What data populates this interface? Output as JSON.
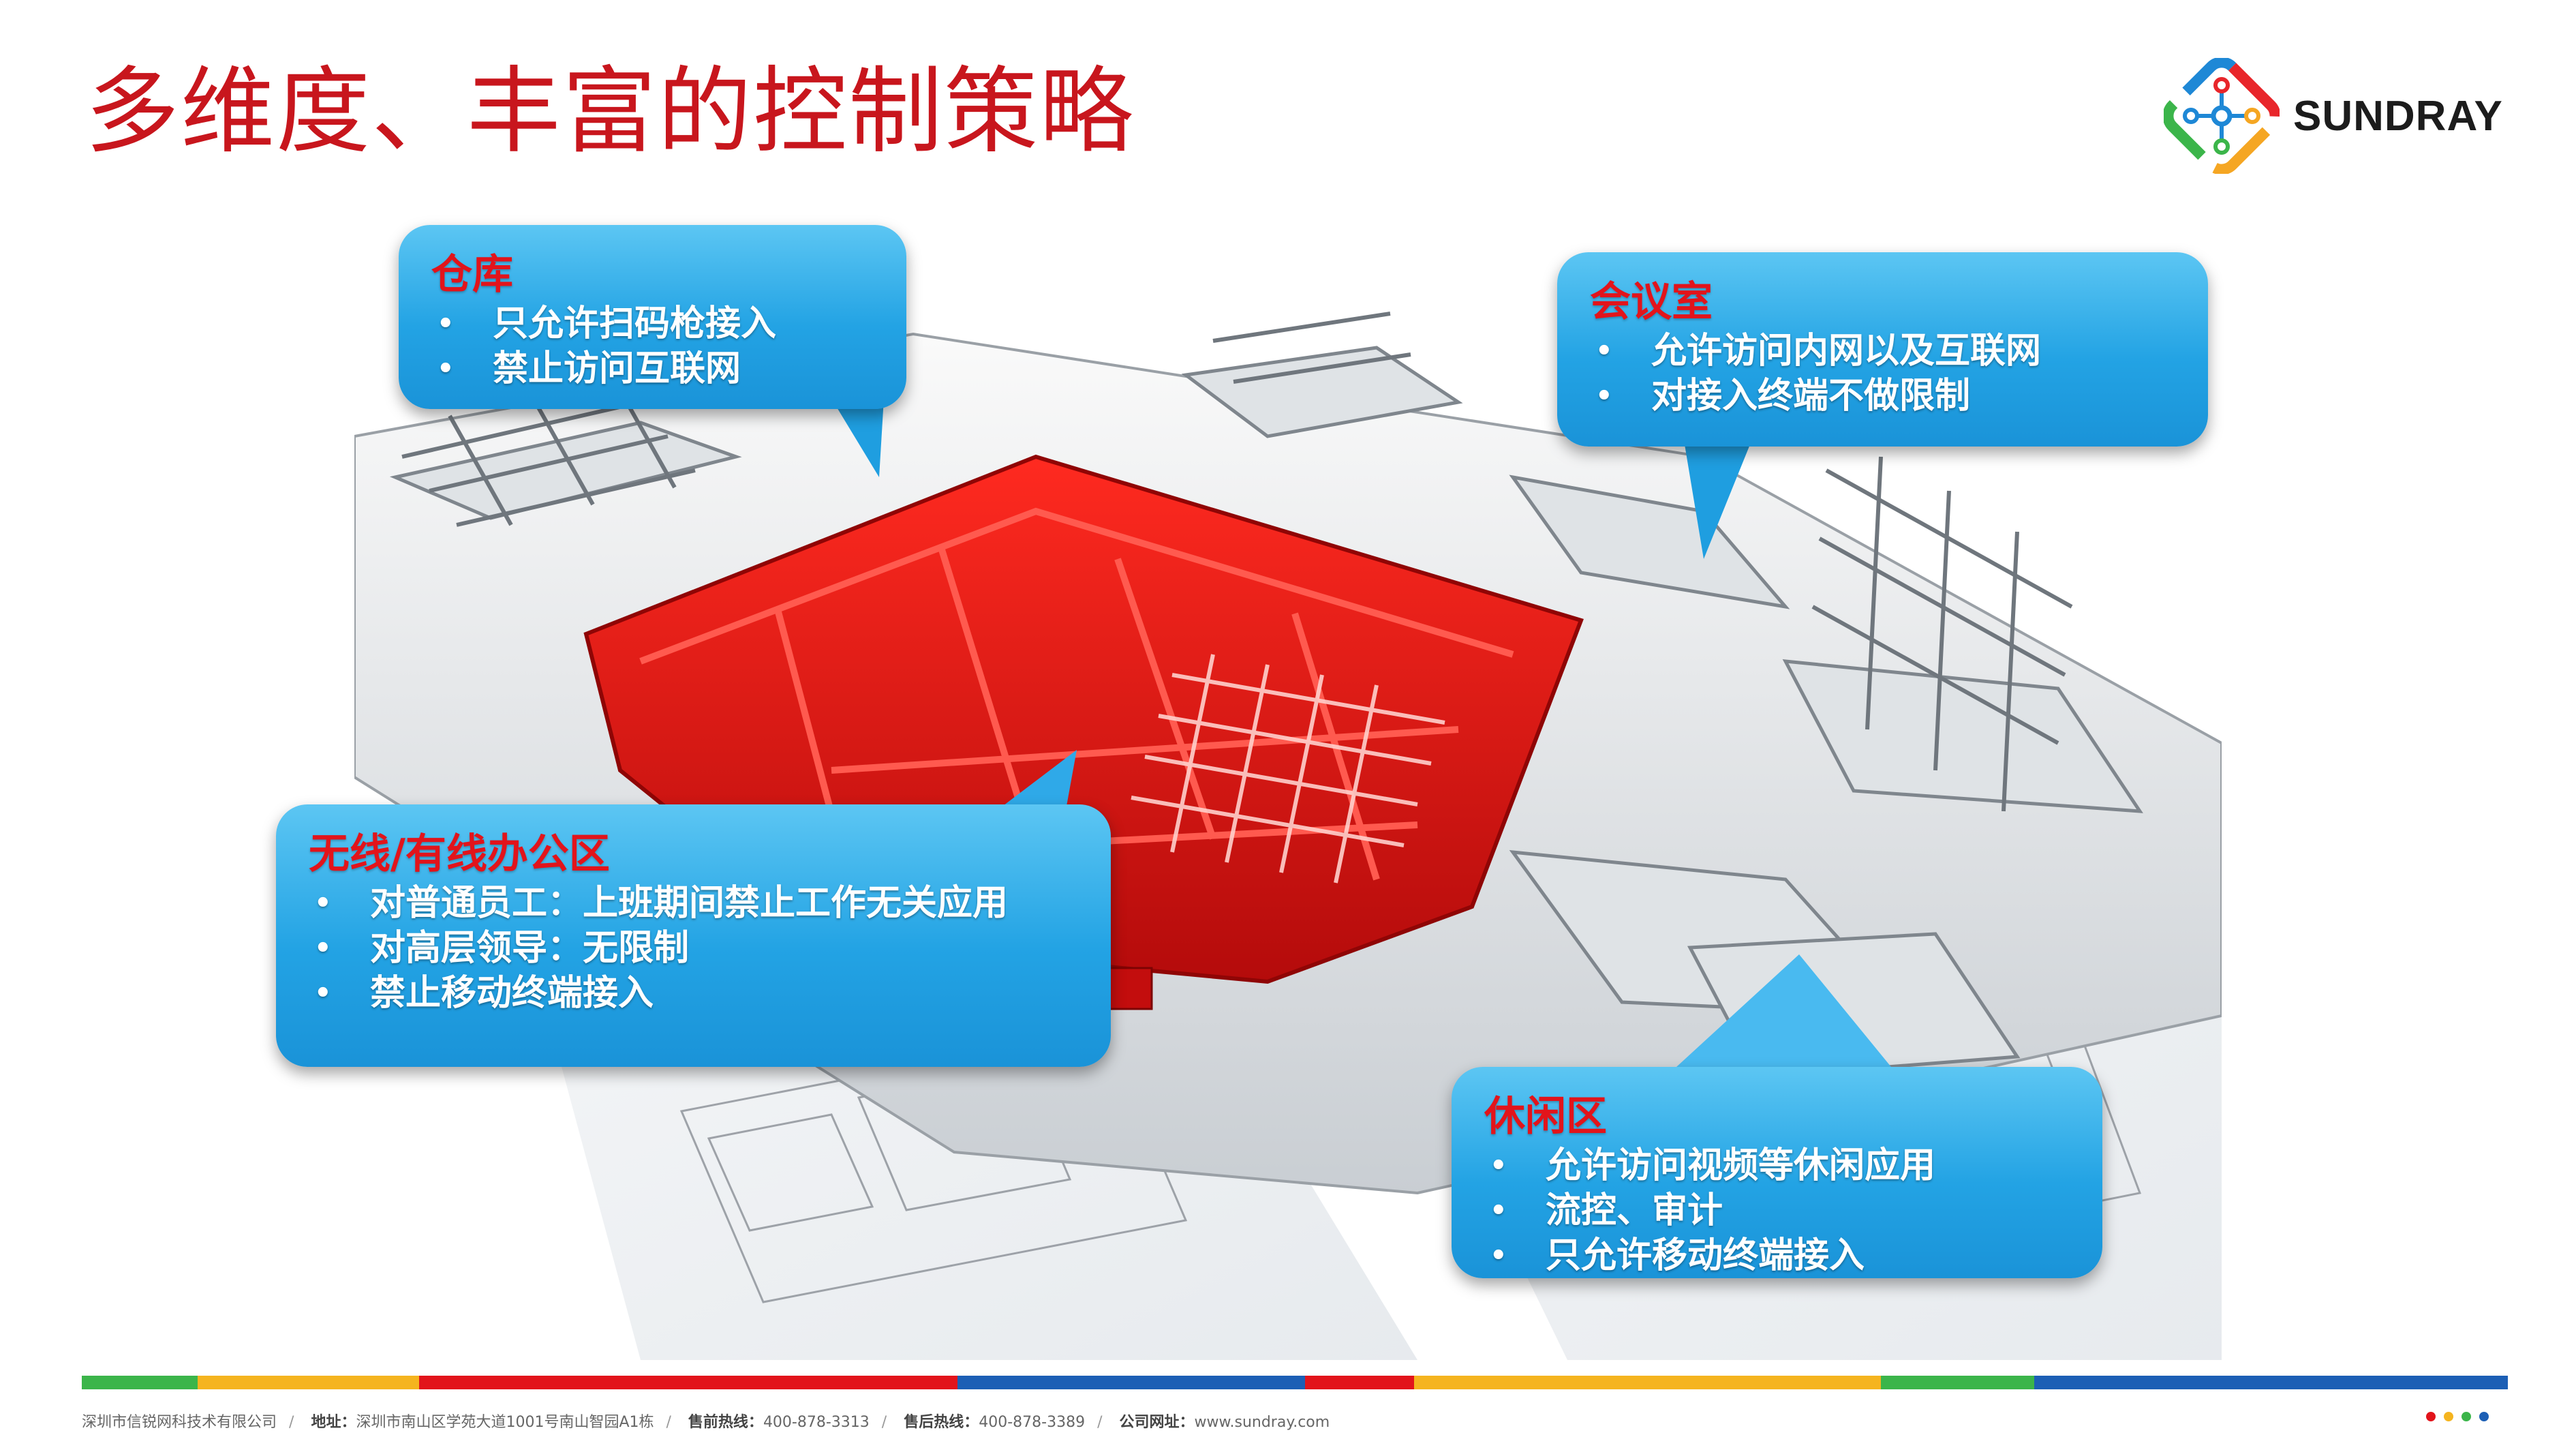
{
  "title": "多维度、丰富的控制策略",
  "brand": {
    "name": "SUNDRAY",
    "colors": [
      "#e8262b",
      "#f5a623",
      "#3bb54a",
      "#1e88d6"
    ]
  },
  "callouts": {
    "warehouse": {
      "title": "仓库",
      "items": [
        "只允许扫码枪接入",
        "禁止访问互联网"
      ]
    },
    "meeting_room": {
      "title": "会议室",
      "items": [
        "允许访问内网以及互联网",
        "对接入终端不做限制"
      ]
    },
    "office": {
      "title": "无线/有线办公区",
      "items": [
        "对普通员工：上班期间禁止工作无关应用",
        "对高层领导：无限制",
        "禁止移动终端接入"
      ]
    },
    "lounge": {
      "title": "休闲区",
      "items": [
        "允许访问视频等休闲应用",
        "流控、审计",
        "只允许移动终端接入"
      ]
    }
  },
  "colors": {
    "title_red": "#c8161d",
    "callout_blue": "#23a3e4",
    "callout_title_red": "#e2141b",
    "stripe": [
      "#3bb54a",
      "#f5b41f",
      "#e2141b",
      "#1c5fb5",
      "#e2141b",
      "#f5b41f",
      "#3bb54a",
      "#1c5fb5"
    ]
  },
  "footer": {
    "company": "深圳市信锐网科技术有限公司",
    "address_label": "地址：",
    "address": "深圳市南山区学苑大道1001号南山智园A1栋",
    "presale_label": "售前热线：",
    "presale": "400-878-3313",
    "aftersale_label": "售后热线：",
    "aftersale": "400-878-3389",
    "web_label": "公司网址：",
    "web": "www.sundray.com"
  },
  "footer_dots": [
    "#e2141b",
    "#f5b41f",
    "#3bb54a",
    "#1c5fb5"
  ]
}
